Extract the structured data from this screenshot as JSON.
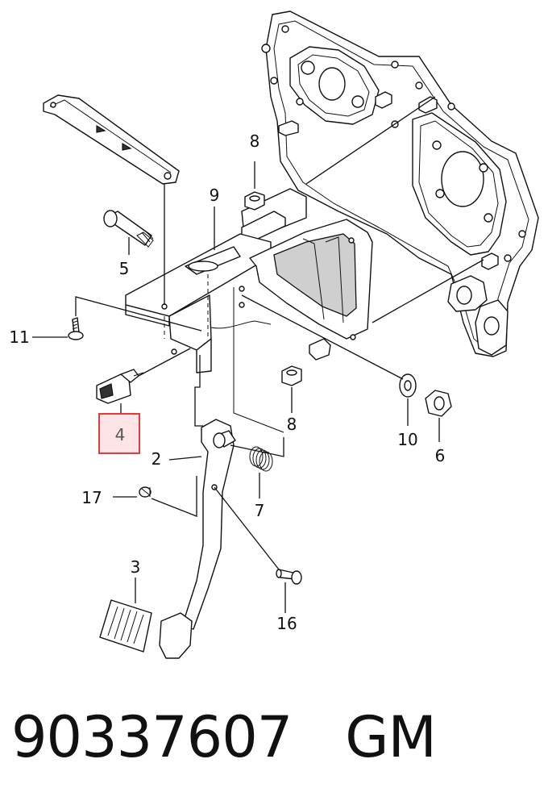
{
  "highlight_color": "#e03c3c",
  "highlight_fill": "#fde4e6",
  "callouts": {
    "c2": "2",
    "c3": "3",
    "c4": "4",
    "c5": "5",
    "c6": "6",
    "c7": "7",
    "c8a": "8",
    "c8b": "8",
    "c9": "9",
    "c10": "10",
    "c11": "11",
    "c16": "16",
    "c17": "17"
  },
  "footer": {
    "part_number": "90337607",
    "manufacturer": "GM"
  }
}
